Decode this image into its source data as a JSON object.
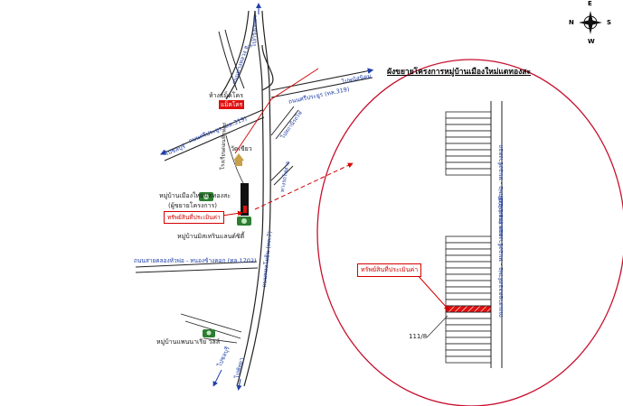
{
  "compass": {
    "n": "N",
    "e": "E",
    "s": "S",
    "w": "W"
  },
  "inset_title": "ผังขยายโครงการหมู่บ้านเมืองใหม่แดทองสะ",
  "roads": {
    "r_top": "ไปกรุงเทพฯ",
    "r_left_vertical": "ถนนทางหลวง ฮ.",
    "r_upper_right": "ถนนศรีประยูร (ทล.319)",
    "r_upper_right_dir": "ไปพนัสนิคม",
    "r_left_diag": "ถนนศรีประยูร (ทล.319)",
    "r_left_dir": "ไปชลบุรี",
    "r_small_diag": "ไปสถานีรถไฟ",
    "r_station": "ทางรถไฟสาย",
    "r_main": "ถนนพหลโยธิน (ทล.7)",
    "r_main2": "ถนนสายคลองหัวพ่อ - หนองข้างคอก (ทล.1702)",
    "r_bottom": "ไปพัทยา",
    "r_bottom_left": "ไปชลบุรี",
    "inset_road_top": "ถนนสายคลองหัวพ่อ - หนองข้างคอก",
    "inset_road_bottom": "ถนนสายคลองหัวพ่อ - หนองข้างคอก (ทล.1702)"
  },
  "places": {
    "mall": "ห้างแม็คโคร",
    "mall_tag": "แม็คโคร",
    "temple": "วัดเขียว",
    "school": "โรงเรียนดอนฟักทอง",
    "project": "หมู่บ้านเมืองใหม่แดทองสะ",
    "project_sub": "(ผู้ขยายโครงการ)",
    "subject": "ทรัพย์สินที่ประเมินค่า",
    "village2": "หมู่บ้านมิสเทรินแลนด์ซิตี้",
    "village3": "หมู่บ้านแพนนาเรีย วิลล์"
  },
  "inset": {
    "subject": "ทรัพย์สินที่ประเมินค่า",
    "lot_number": "111/8"
  },
  "colors": {
    "road_blue": "#1f3fa8",
    "subject_red": "#d40000",
    "ellipse_red": "#c8102e",
    "park_green": "#2e7d32"
  }
}
